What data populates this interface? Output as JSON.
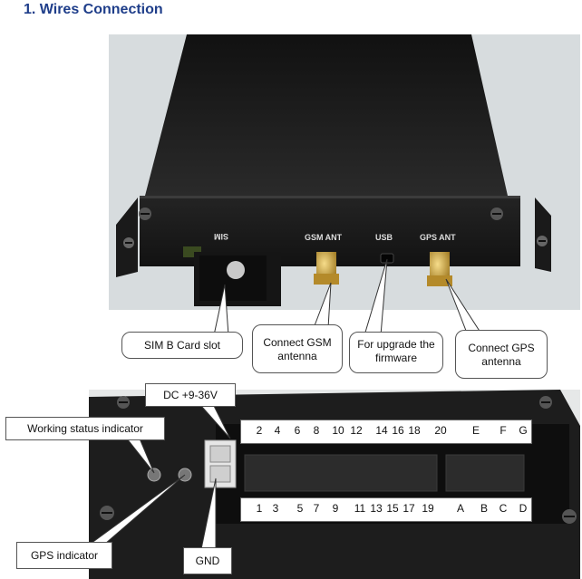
{
  "title": "1. Wires Connection",
  "device_front": {
    "labels": {
      "sim": "SIM",
      "gsm_ant": "GSM ANT",
      "usb": "USB",
      "gps_ant": "GPS ANT"
    }
  },
  "callouts_top": {
    "sim_slot": "SIM B Card slot",
    "gsm": "Connect GSM antenna",
    "usb": "For upgrade the firmware",
    "gps": "Connect GPS antenna"
  },
  "callouts_bottom": {
    "dc": "DC +9-36V",
    "working_status": "Working status indicator",
    "gps_indicator": "GPS indicator",
    "gnd": "GND"
  },
  "pins_top": [
    "2",
    "4",
    "6",
    "8",
    "10",
    "12",
    "14",
    "16",
    "18",
    "20",
    "E",
    "F",
    "G"
  ],
  "pins_bottom": [
    "1",
    "3",
    "5",
    "7",
    "9",
    "11",
    "13",
    "15",
    "17",
    "19",
    "A",
    "B",
    "C",
    "D"
  ],
  "colors": {
    "title": "#1f3e8a",
    "device": "#1b1b1b"
  }
}
